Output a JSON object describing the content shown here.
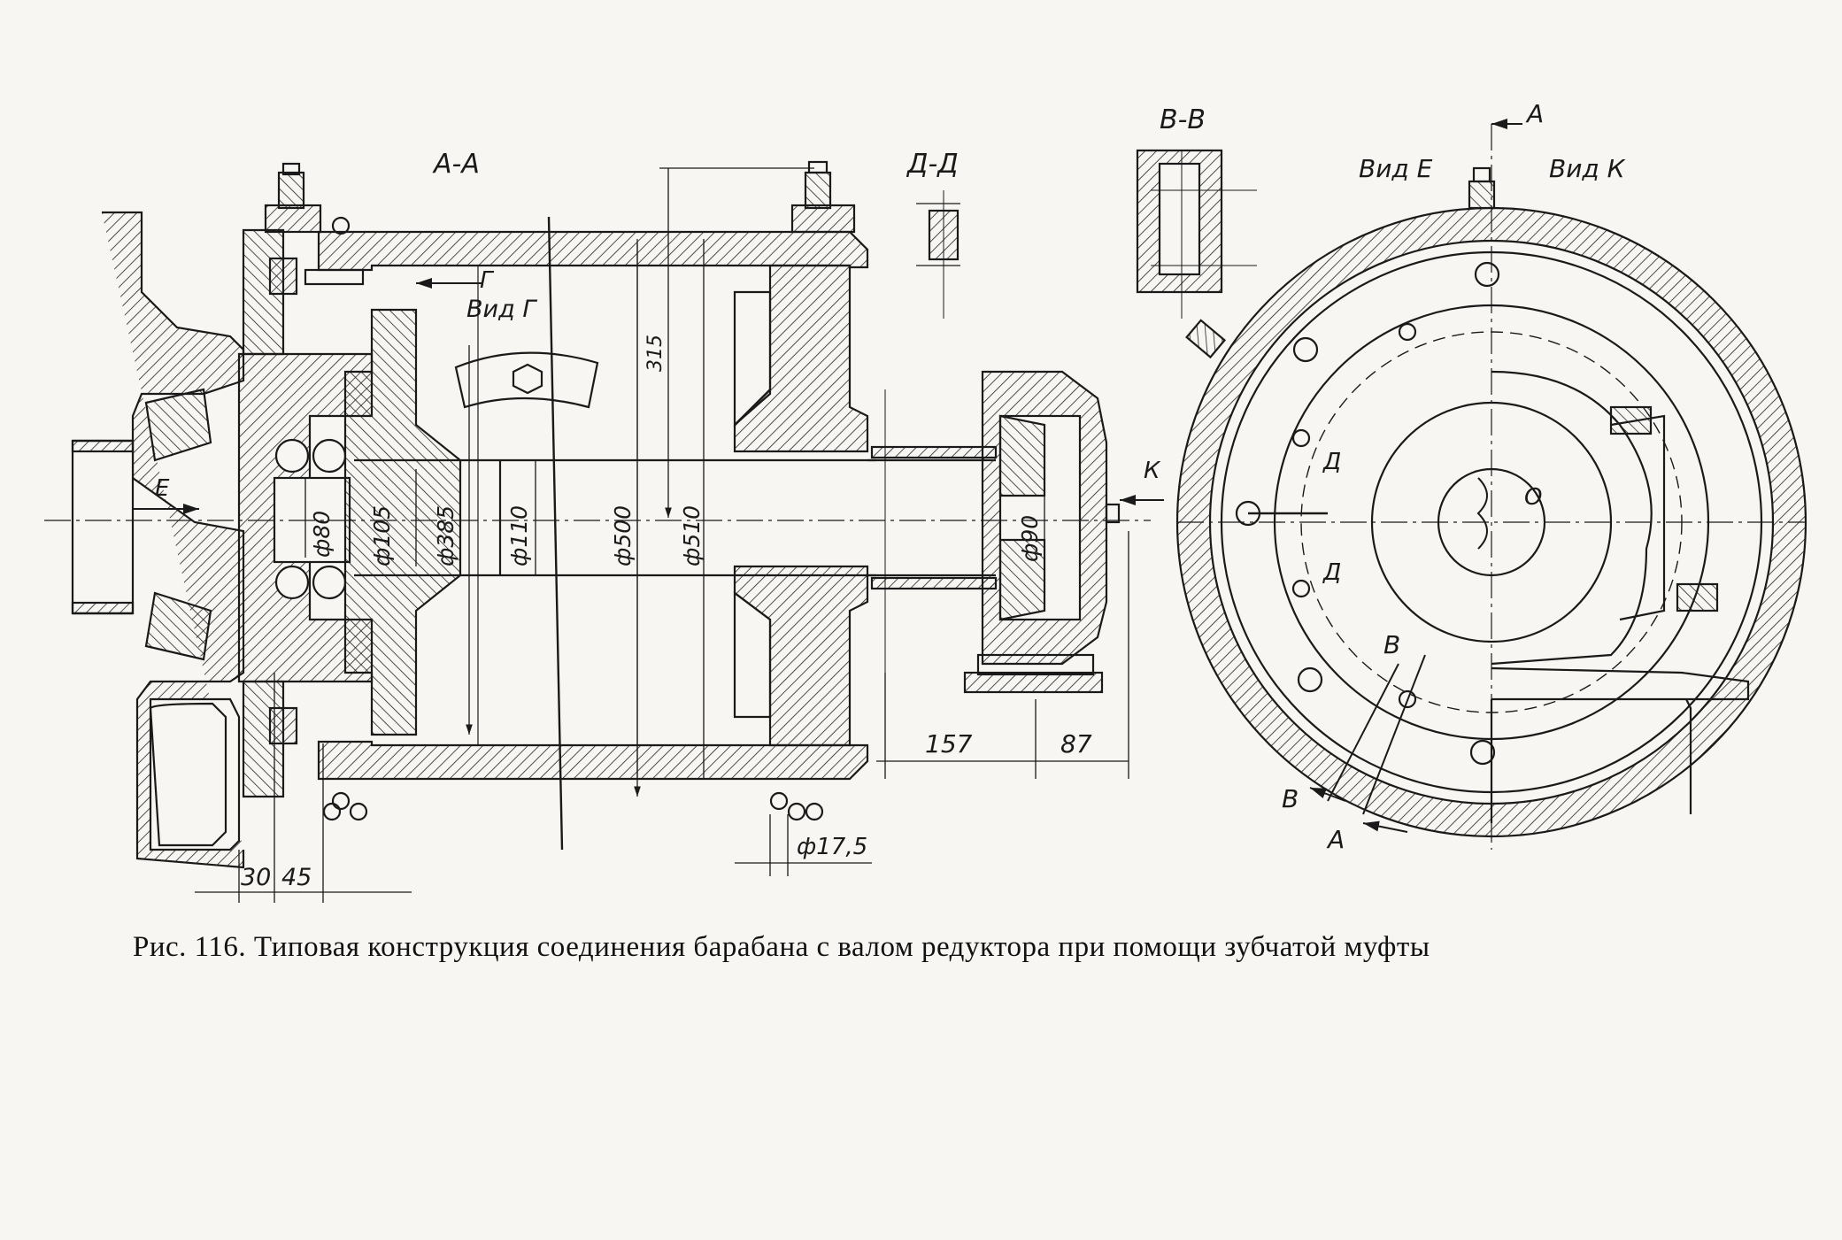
{
  "figure": {
    "caption": "Рис. 116. Типовая конструкция соединения барабана с валом редуктора при помощи зубчатой муфты"
  },
  "section_labels": {
    "aa": "А-А",
    "dd": "Д-Д",
    "vv": "В-В",
    "view_e": "Вид Е",
    "view_k": "Вид К",
    "view_g": "Вид Г"
  },
  "marks": {
    "g_arrow": "Г",
    "e_arrow": "Е",
    "k_arrow": "К",
    "a_top": "А",
    "a_bottom": "А",
    "b_upper": "В",
    "b_lower": "В",
    "d_upper": "Д",
    "d_lower": "Д",
    "o_center": "О"
  },
  "dimensions": {
    "d80": "ф80",
    "d105": "ф105",
    "d385": "ф385",
    "d110": "ф110",
    "d500": "ф500",
    "d510": "ф510",
    "d90": "ф90",
    "l315": "315",
    "l157": "157",
    "l87": "87",
    "d17_5": "ф17,5",
    "l30": "30",
    "l45": "45"
  }
}
